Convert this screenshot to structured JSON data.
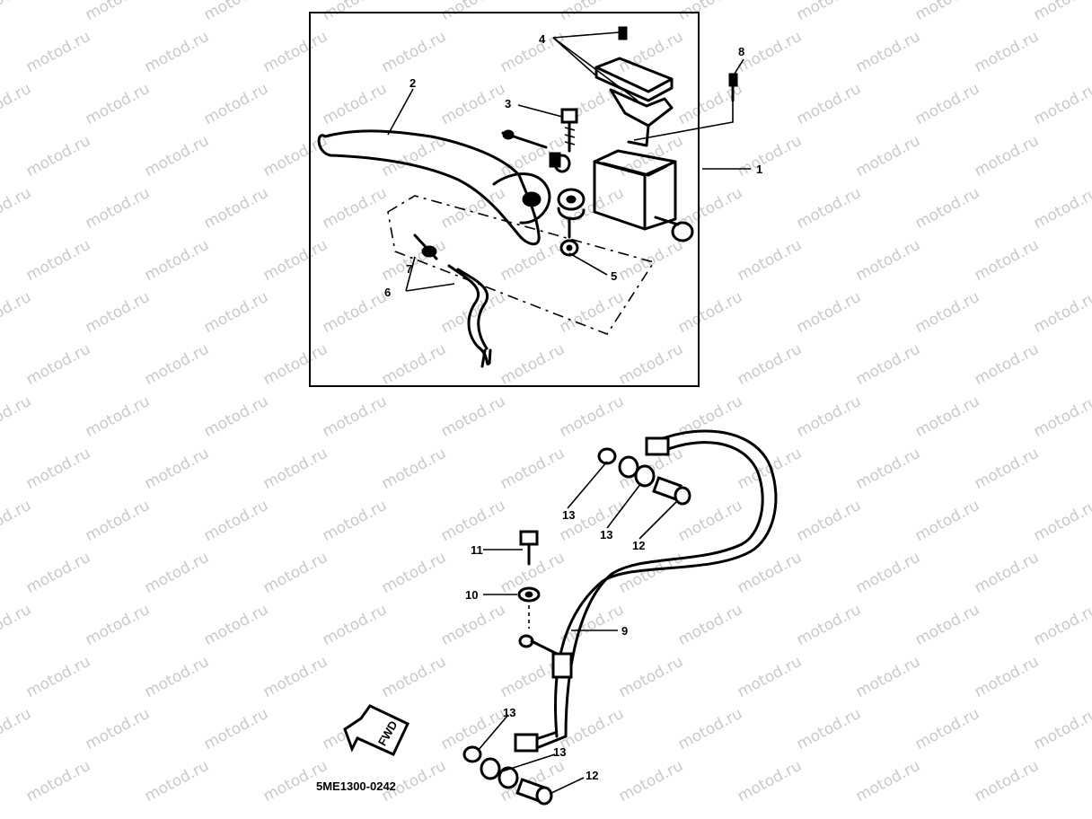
{
  "watermark": "motod.ru",
  "diagram_code": "5ME1300-0242",
  "fwd_label": "FWD",
  "callouts": {
    "c1": "1",
    "c2": "2",
    "c3": "3",
    "c4": "4",
    "c5": "5",
    "c6": "6",
    "c7": "7",
    "c8": "8",
    "c9": "9",
    "c10": "10",
    "c11": "11",
    "c12a": "12",
    "c12b": "12",
    "c13a": "13",
    "c13b": "13",
    "c13c": "13",
    "c13d": "13"
  }
}
